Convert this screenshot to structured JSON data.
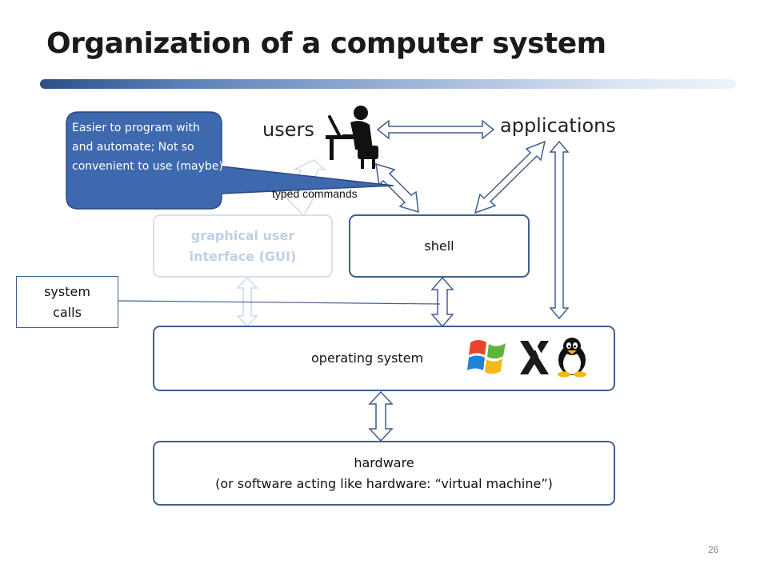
{
  "slide": {
    "title": "Organization of a computer system",
    "page_number": "26"
  },
  "diagram": {
    "users_label": "users",
    "applications_label": "applications",
    "typed_commands_label": "typed commands",
    "gui_label": "graphical user\ninterface (GUI)",
    "shell_label": "shell",
    "system_calls_label": "system\ncalls",
    "os_label": "operating system",
    "hardware_label": "hardware\n(or software acting like hardware: “virtual machine”)",
    "os_logos": [
      "windows-logo",
      "x-window-logo",
      "linux-tux-logo"
    ]
  },
  "callout": {
    "text": "Easier to program with and automate; Not so convenient to use (maybe)",
    "fill": "#3e69ae",
    "border": "#2a4a80"
  },
  "colors": {
    "box_border": "#3f5f8d",
    "gui_faded": "#bfd0e6",
    "arrow_stroke": "#3f5f8d"
  }
}
